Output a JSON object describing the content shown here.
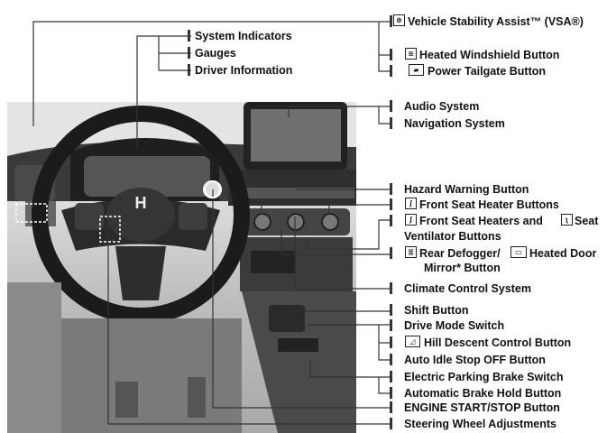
{
  "labels": {
    "vsa": "Vehicle Stability Assist™ (VSA®)",
    "heated_windshield": "Heated Windshield Button",
    "power_tailgate": "Power Tailgate Button",
    "system_indicators": "System Indicators",
    "gauges": "Gauges",
    "driver_information": "Driver Information",
    "audio_system": "Audio System",
    "navigation_system": "Navigation System",
    "hazard_warning": "Hazard Warning Button",
    "front_seat_heater": "Front Seat Heater Buttons",
    "front_seat_heaters_and": "Front Seat Heaters and",
    "seat_word": "Seat",
    "ventilator_buttons": "Ventilator Buttons",
    "rear_defogger": "Rear Defogger/",
    "heated_door": "Heated Door",
    "mirror_button": "Mirror* Button",
    "climate_control": "Climate Control System",
    "shift_button": "Shift Button",
    "drive_mode": "Drive Mode Switch",
    "hill_descent": "Hill Descent Control Button",
    "auto_idle_stop": "Auto Idle Stop OFF Button",
    "electric_parking_brake": "Electric Parking Brake Switch",
    "automatic_brake_hold": "Automatic Brake Hold Button",
    "engine_start_stop": "ENGINE START/STOP Button",
    "steering_wheel_adjustments": "Steering Wheel Adjustments"
  },
  "logo_text": "H",
  "colors": {
    "line": "#333333",
    "photo_dark": "#2b2b2b",
    "photo_light": "#e6e6e6"
  }
}
